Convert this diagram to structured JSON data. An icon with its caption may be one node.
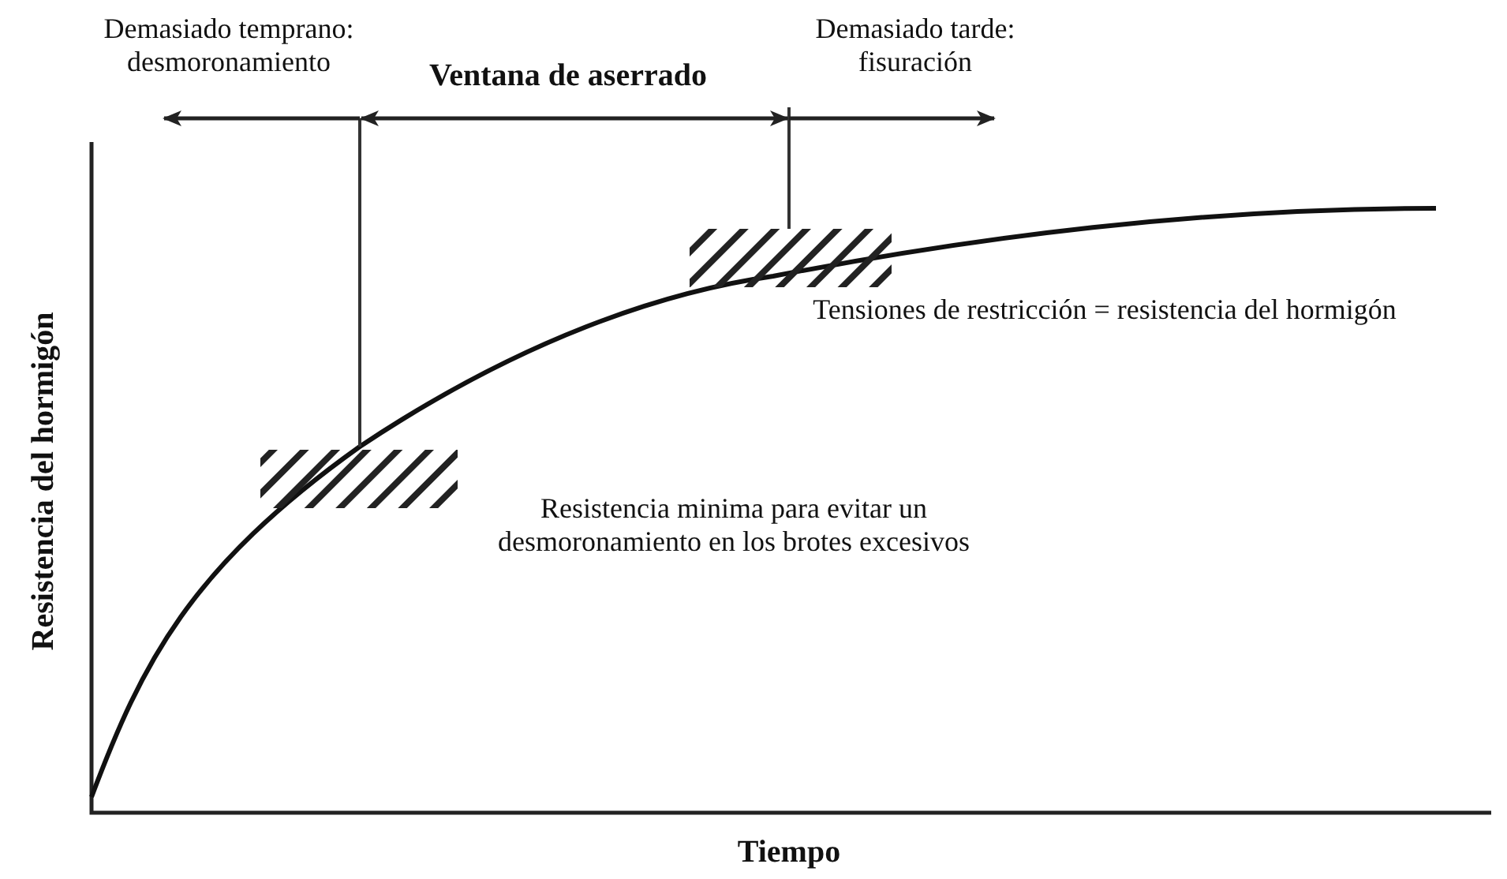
{
  "diagram": {
    "labels": [
      "Demasiado temprano: desmoronamiento",
      "Ventana de aserrado",
      "Demasiado tarde: fisuración",
      "Tensiones de restricción = resistencia del hormigón",
      "Resistencia minima para evitar un desmoronamiento en los brotes excesivos",
      "Resistencia del hormigón",
      "Tiempo"
    ]
  }
}
